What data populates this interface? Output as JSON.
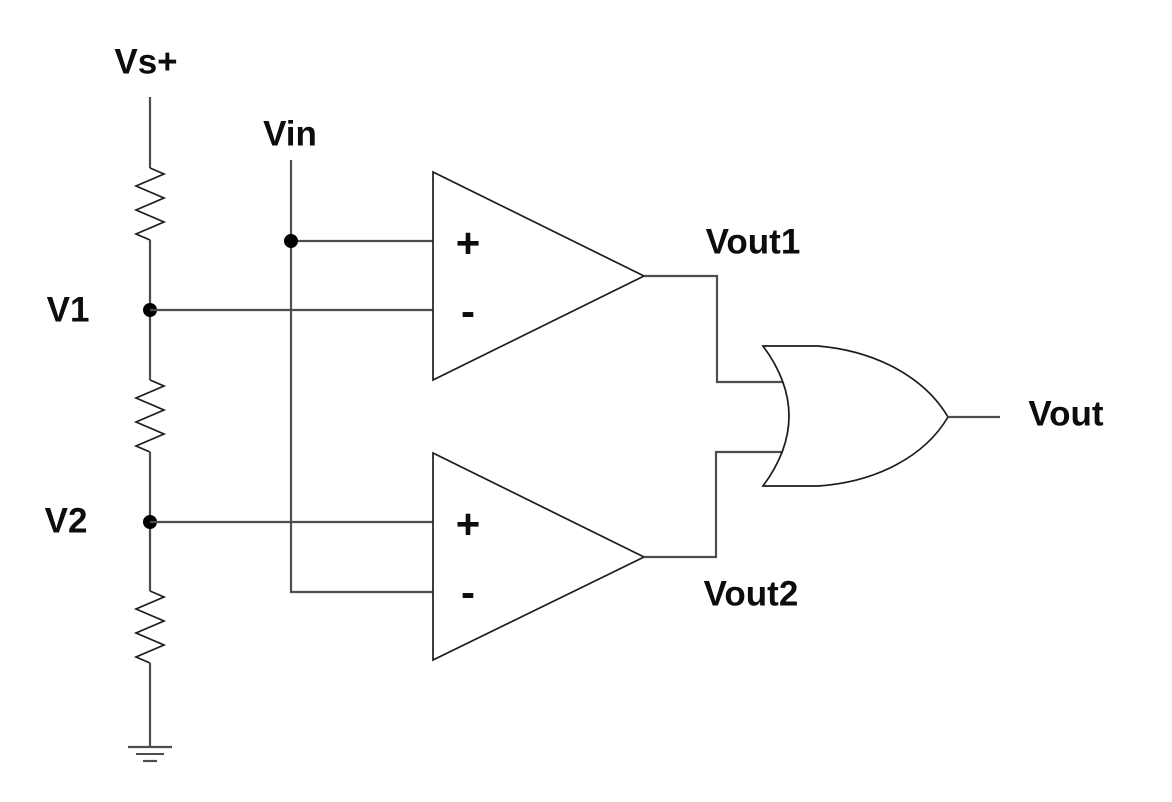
{
  "diagram": {
    "kind": "window-comparator-circuit",
    "nodes": {
      "supply": "Vs+",
      "input": "Vin",
      "reference1": "V1",
      "reference2": "V2",
      "output": "Vout"
    },
    "comparators": [
      {
        "plus": "+",
        "minus": "-",
        "output_label": "Vout1"
      },
      {
        "plus": "+",
        "minus": "-",
        "output_label": "Vout2"
      }
    ],
    "colors": {
      "background": "#ffffff",
      "wire": "#4d4d4d",
      "component_outline": "#1c1c1c",
      "text": "#0d0d0d"
    }
  }
}
